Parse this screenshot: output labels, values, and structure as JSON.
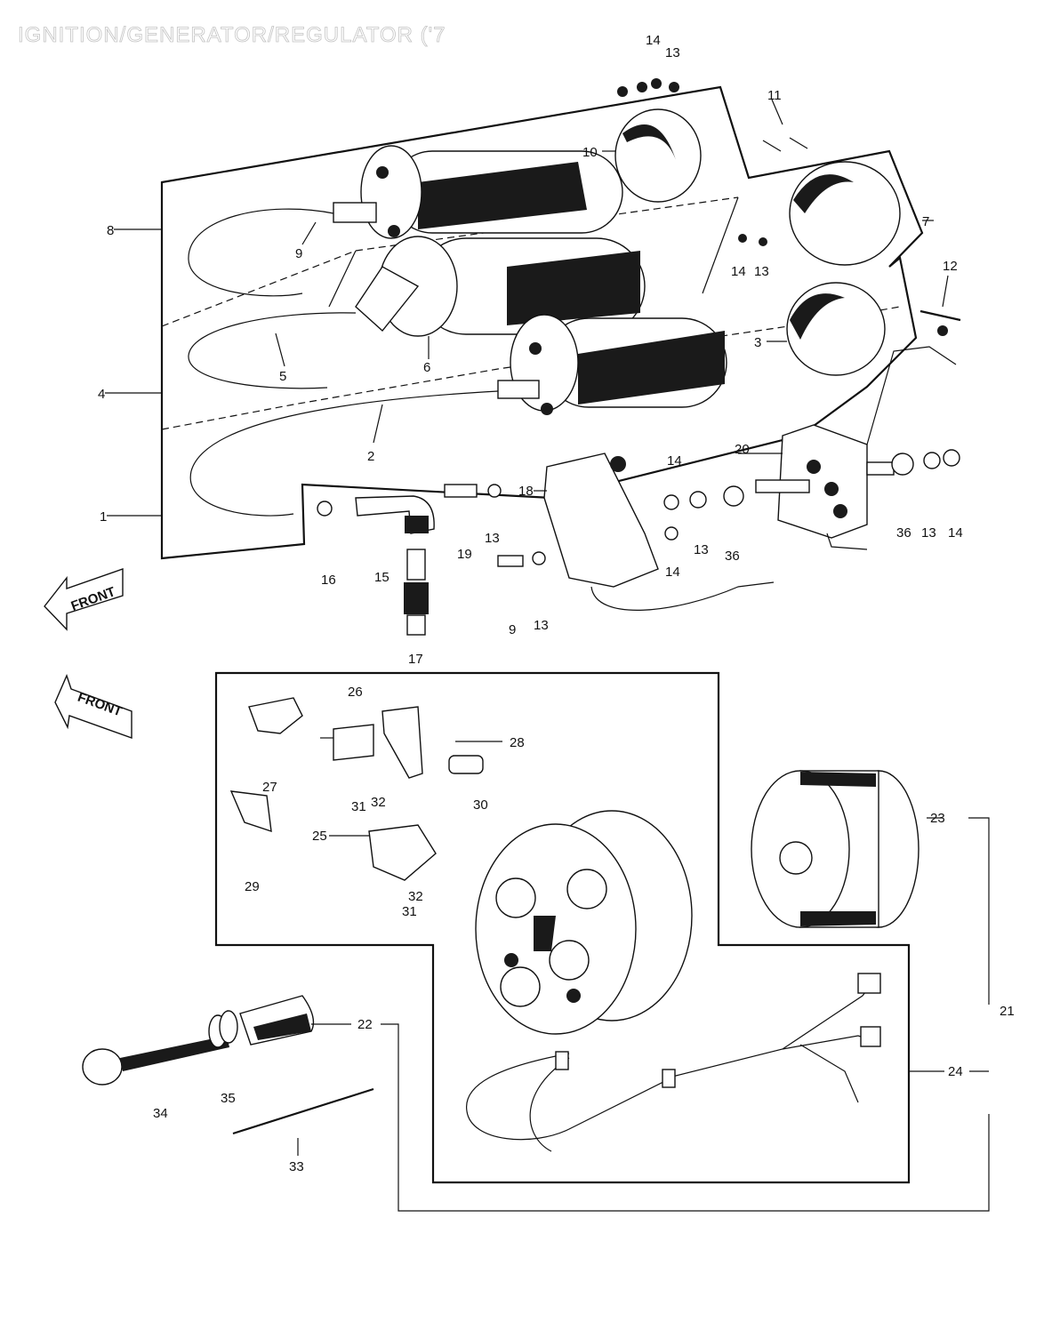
{
  "title": "IGNITION/GENERATOR/REGULATOR ('7",
  "front_label": "FRONT",
  "parts": [
    {
      "key": "p1",
      "text": "1"
    },
    {
      "key": "p2",
      "text": "2"
    },
    {
      "key": "p3",
      "text": "3"
    },
    {
      "key": "p4",
      "text": "4"
    },
    {
      "key": "p5",
      "text": "5"
    },
    {
      "key": "p6",
      "text": "6"
    },
    {
      "key": "p7",
      "text": "7"
    },
    {
      "key": "p8",
      "text": "8"
    },
    {
      "key": "p9a",
      "text": "9"
    },
    {
      "key": "p9b",
      "text": "9"
    },
    {
      "key": "p10",
      "text": "10"
    },
    {
      "key": "p11",
      "text": "11"
    },
    {
      "key": "p12",
      "text": "12"
    },
    {
      "key": "p13a",
      "text": "13"
    },
    {
      "key": "p13b",
      "text": "13"
    },
    {
      "key": "p13c",
      "text": "13"
    },
    {
      "key": "p13d",
      "text": "13"
    },
    {
      "key": "p13e",
      "text": "13"
    },
    {
      "key": "p13f",
      "text": "13"
    },
    {
      "key": "p14a",
      "text": "14"
    },
    {
      "key": "p14b",
      "text": "14"
    },
    {
      "key": "p14c",
      "text": "14"
    },
    {
      "key": "p14d",
      "text": "14"
    },
    {
      "key": "p14e",
      "text": "14"
    },
    {
      "key": "p15",
      "text": "15"
    },
    {
      "key": "p16",
      "text": "16"
    },
    {
      "key": "p17",
      "text": "17"
    },
    {
      "key": "p18",
      "text": "18"
    },
    {
      "key": "p19",
      "text": "19"
    },
    {
      "key": "p20",
      "text": "20"
    },
    {
      "key": "p21",
      "text": "21"
    },
    {
      "key": "p22",
      "text": "22"
    },
    {
      "key": "p23",
      "text": "23"
    },
    {
      "key": "p24",
      "text": "24"
    },
    {
      "key": "p25",
      "text": "25"
    },
    {
      "key": "p26",
      "text": "26"
    },
    {
      "key": "p27",
      "text": "27"
    },
    {
      "key": "p28",
      "text": "28"
    },
    {
      "key": "p29",
      "text": "29"
    },
    {
      "key": "p30",
      "text": "30"
    },
    {
      "key": "p31a",
      "text": "31"
    },
    {
      "key": "p31b",
      "text": "31"
    },
    {
      "key": "p32a",
      "text": "32"
    },
    {
      "key": "p32b",
      "text": "32"
    },
    {
      "key": "p33",
      "text": "33"
    },
    {
      "key": "p34",
      "text": "34"
    },
    {
      "key": "p35",
      "text": "35"
    },
    {
      "key": "p36a",
      "text": "36"
    },
    {
      "key": "p36b",
      "text": "36"
    }
  ]
}
